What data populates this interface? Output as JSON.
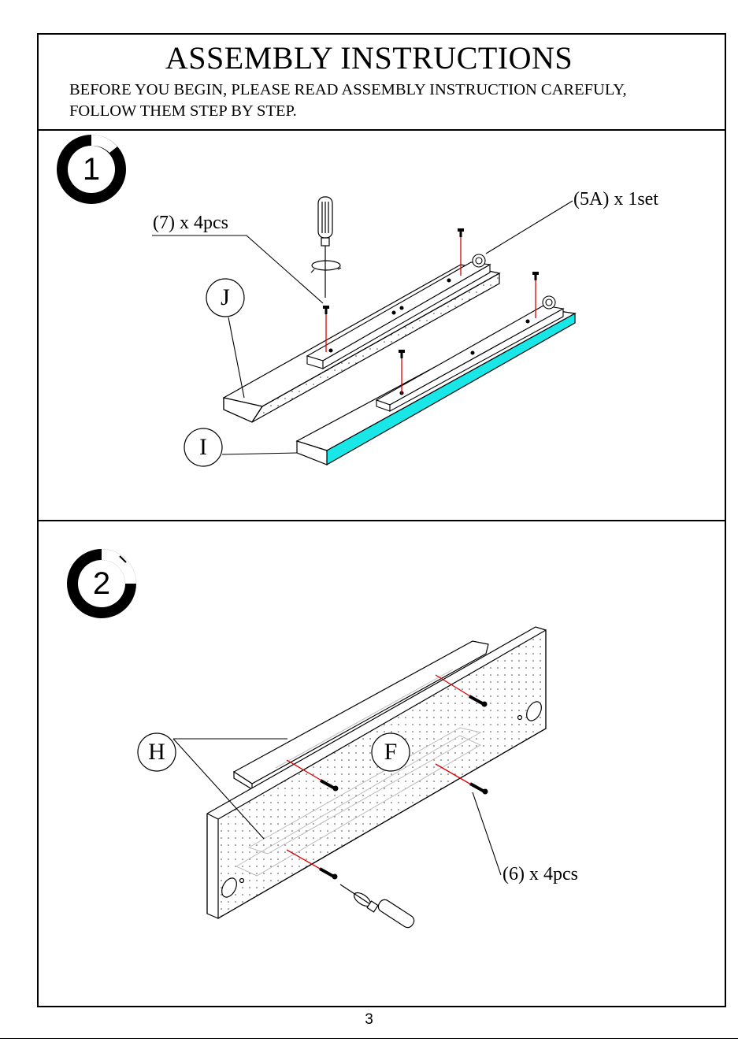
{
  "header": {
    "title": "ASSEMBLY INSTRUCTIONS",
    "line1": "BEFORE YOU BEGIN, PLEASE READ ASSEMBLY INSTRUCTION CAREFULY,",
    "line2": "FOLLOW THEM STEP BY STEP."
  },
  "step1": {
    "number": "1",
    "label_screws": "(7) x 4pcs",
    "label_slides": "(5A) x 1set",
    "part_top": "J",
    "part_bottom": "I"
  },
  "step2": {
    "number": "2",
    "label_screws": "(6) x 4pcs",
    "part_left": "H",
    "part_front": "F"
  },
  "page_number": "3",
  "colors": {
    "line": "#000000",
    "screw_guide": "#e00000",
    "highlight_edge": "#19e6e6"
  }
}
